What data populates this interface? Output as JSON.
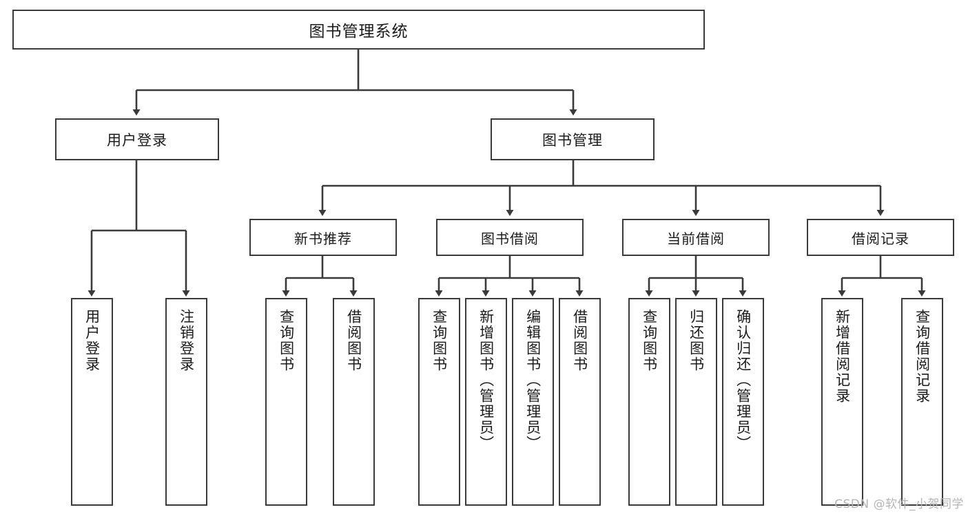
{
  "diagram": {
    "title": "图书管理系统",
    "watermark": "CSDN @软件_小贺同学",
    "line_color": "#3a3a3a",
    "text_color": "#1b1b1b",
    "background": "#ffffff"
  },
  "root": {
    "label": "图书管理系统"
  },
  "level1": [
    {
      "label": "用户登录"
    },
    {
      "label": "图书管理"
    }
  ],
  "level2": [
    {
      "label": "新书推荐"
    },
    {
      "label": "图书借阅"
    },
    {
      "label": "当前借阅"
    },
    {
      "label": "借阅记录"
    }
  ],
  "leaves": {
    "user_login": [
      {
        "label": "用户登录"
      },
      {
        "label": "注销登录"
      }
    ],
    "new_book": [
      {
        "label": "查询图书"
      },
      {
        "label": "借阅图书"
      }
    ],
    "borrow_book": [
      {
        "label": "查询图书"
      },
      {
        "label": "新增图书（管理员）"
      },
      {
        "label": "编辑图书（管理员）"
      },
      {
        "label": "借阅图书"
      }
    ],
    "current_borrow": [
      {
        "label": "查询图书"
      },
      {
        "label": "归还图书"
      },
      {
        "label": "确认归还（管理员）"
      }
    ],
    "borrow_record": [
      {
        "label": "新增借阅记录"
      },
      {
        "label": "查询借阅记录"
      }
    ]
  }
}
